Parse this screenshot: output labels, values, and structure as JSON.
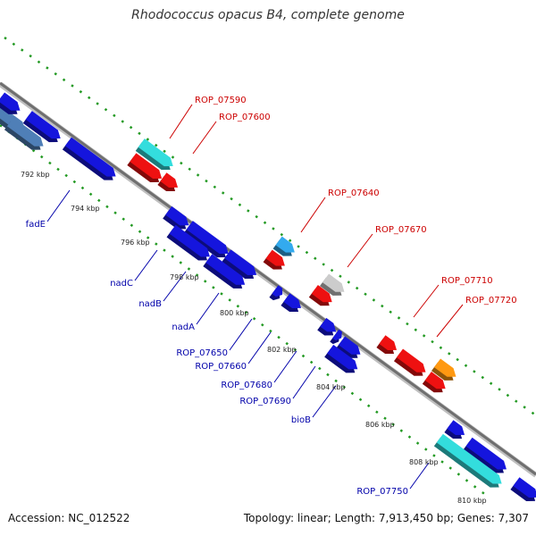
{
  "title": "Rhodococcus opacus B4, complete genome",
  "footer": {
    "accession": "Accession: NC_012522",
    "topology": "Topology: linear; Length: 7,913,450 bp; Genes: 7,307"
  },
  "colors": {
    "backbone": "#7f7f7f",
    "tick": "#229922",
    "gene_blue": "#1515dd",
    "gene_red": "#ee1111",
    "gene_cyan": "#33dddd",
    "gene_skyblue": "#33aaee",
    "gene_orange": "#ff9911",
    "gene_gray": "#cccccc",
    "gene_steel": "#4f7fb7",
    "label_upper": "#cc0000",
    "label_lower": "#0000aa"
  },
  "kbp_labels": [
    "792 kbp",
    "794 kbp",
    "796 kbp",
    "798 kbp",
    "800 kbp",
    "802 kbp",
    "804 kbp",
    "806 kbp",
    "808 kbp",
    "810 kbp"
  ],
  "upper_labels": [
    "ROP_07590",
    "ROP_07600",
    "ROP_07640",
    "ROP_07670",
    "ROP_07710",
    "ROP_07720"
  ],
  "lower_labels": [
    "fadE",
    "nadC",
    "nadB",
    "nadA",
    "ROP_07650",
    "ROP_07660",
    "ROP_07680",
    "ROP_07690",
    "bioB",
    "ROP_07750"
  ]
}
